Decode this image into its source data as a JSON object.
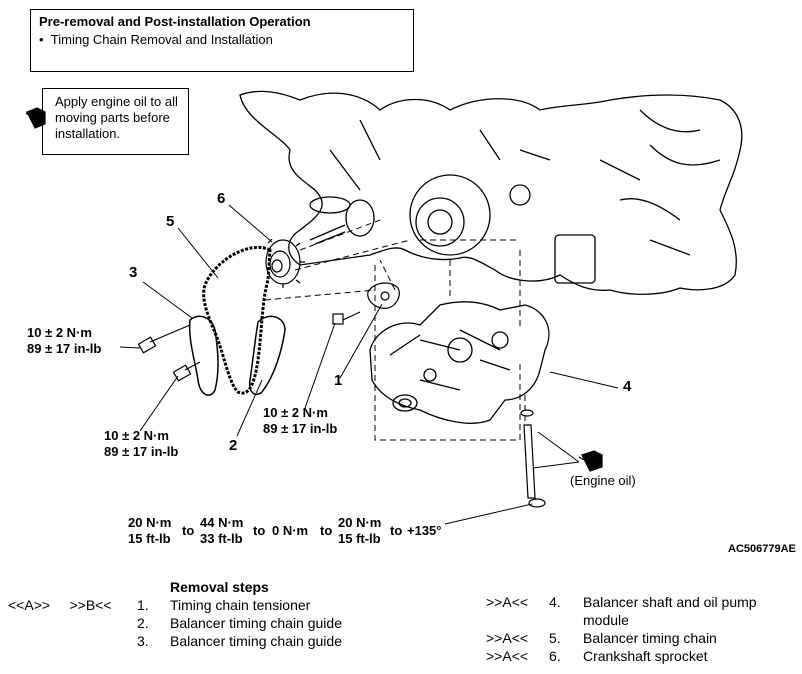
{
  "header": {
    "title": "Pre-removal and Post-installation Operation",
    "item": "Timing Chain Removal and Installation"
  },
  "note": {
    "text": "Apply engine oil to all moving parts before installation."
  },
  "callouts": [
    "1",
    "2",
    "3",
    "4",
    "5",
    "6"
  ],
  "torque": {
    "upper_left_nm": "10 ± 2 N·m",
    "upper_left_inlb": "89 ± 17 in-lb",
    "lower_left_nm": "10 ± 2 N·m",
    "lower_left_inlb": "89 ± 17 in-lb",
    "center_nm": "10 ± 2 N·m",
    "center_inlb": "89 ± 17 in-lb"
  },
  "engine_oil_label": "(Engine oil)",
  "bolt_sequence": {
    "s1_nm": "20 N·m",
    "s1_ftlb": "15 ft-lb",
    "to1": "to",
    "s2_nm": "44 N·m",
    "s2_ftlb": "33 ft-lb",
    "to2": "to",
    "s3": "0 N·m",
    "to3": "to",
    "s4_nm": "20 N·m",
    "s4_ftlb": "15 ft-lb",
    "to4": "to",
    "s5": "+135°"
  },
  "figure_id": "AC506779AE",
  "removal": {
    "title": "Removal steps",
    "left": [
      {
        "marks": "<<A>>     >>B<<",
        "num": "1.",
        "text": "Timing chain tensioner"
      },
      {
        "marks": "",
        "num": "2.",
        "text": "Balancer timing chain guide"
      },
      {
        "marks": "",
        "num": "3.",
        "text": "Balancer timing chain guide"
      }
    ],
    "right": [
      {
        "marks": ">>A<<",
        "num": "4.",
        "text": "Balancer shaft and oil pump",
        "text2": "module"
      },
      {
        "marks": ">>A<<",
        "num": "5.",
        "text": "Balancer timing chain"
      },
      {
        "marks": ">>A<<",
        "num": "6.",
        "text": "Crankshaft sprocket"
      }
    ]
  }
}
